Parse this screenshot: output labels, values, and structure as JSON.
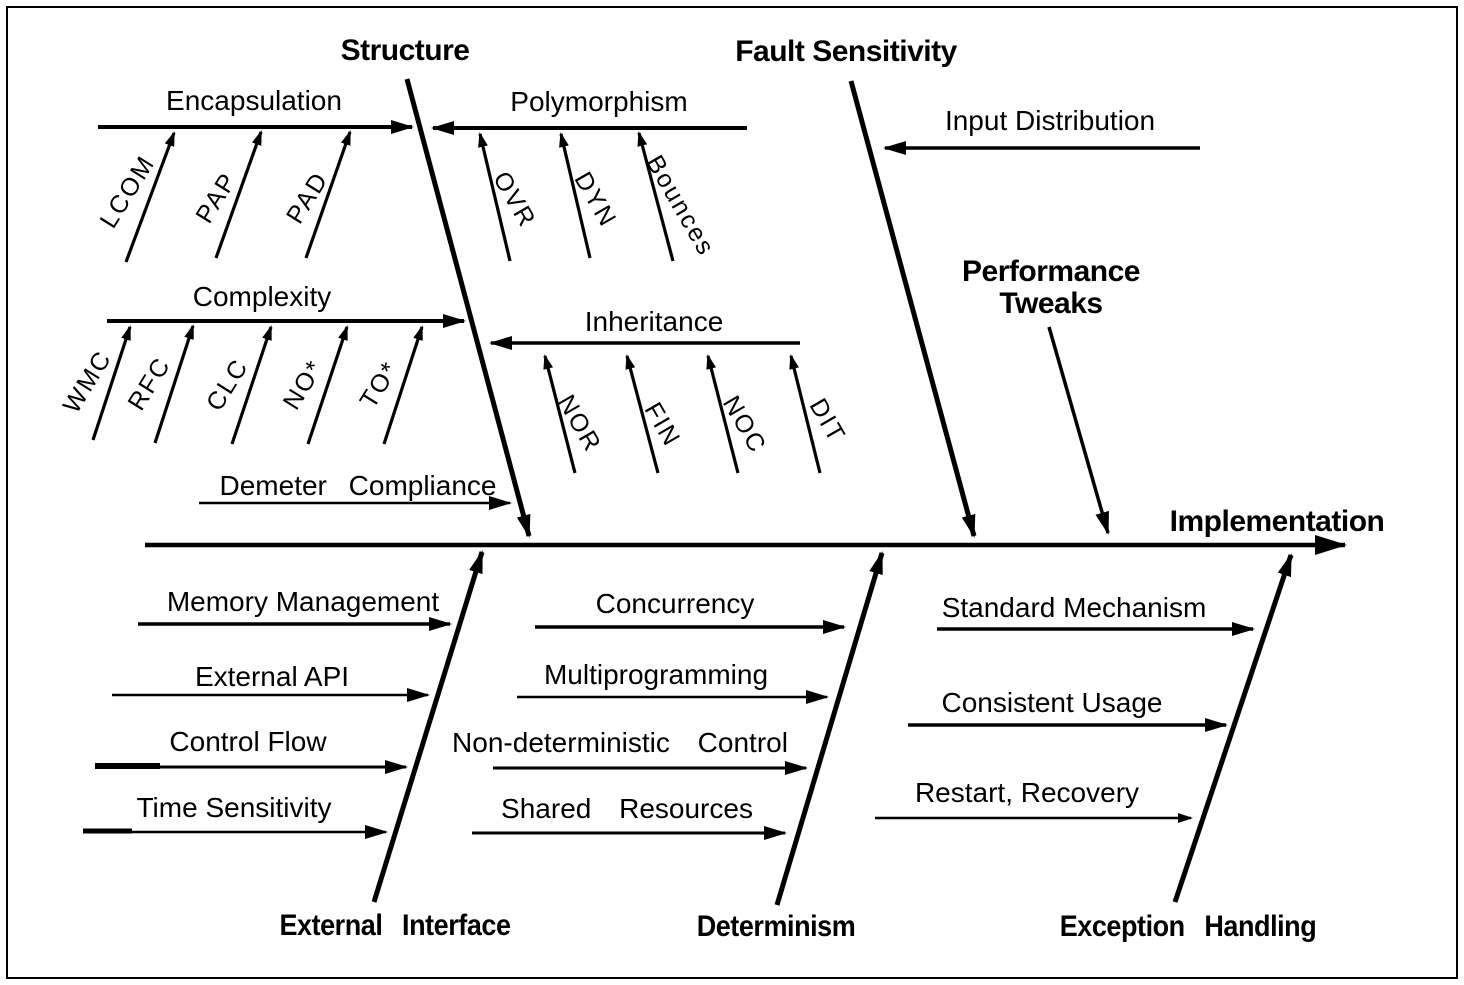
{
  "spine": {
    "label": "Implementation"
  },
  "top": {
    "structure": {
      "label": "Structure",
      "encapsulation": {
        "label": "Encapsulation",
        "metrics": [
          "LCOM",
          "PAP",
          "PAD"
        ]
      },
      "polymorphism": {
        "label": "Polymorphism",
        "metrics": [
          "OVR",
          "DYN",
          "Bounces"
        ]
      },
      "complexity": {
        "label": "Complexity",
        "metrics": [
          "WMC",
          "RFC",
          "CLC",
          "NO*",
          "TO*"
        ]
      },
      "inheritance": {
        "label": "Inheritance",
        "metrics": [
          "NOR",
          "FIN",
          "NOC",
          "DIT"
        ]
      },
      "demeter": {
        "label": "Demeter Compliance"
      }
    },
    "fault_sensitivity": {
      "label": "Fault Sensitivity",
      "input_distribution": {
        "label": "Input Distribution"
      },
      "performance_tweaks": {
        "line1": "Performance",
        "line2": "Tweaks"
      }
    }
  },
  "bottom": {
    "external_interface": {
      "label": "External Interface",
      "causes": [
        "Memory Management",
        "External API",
        "Control Flow",
        "Time Sensitivity"
      ]
    },
    "determinism": {
      "label": "Determinism",
      "causes": [
        "Concurrency",
        "Multiprogramming",
        "Non-deterministic Control",
        "Shared Resources"
      ]
    },
    "exception_handling": {
      "label": "Exception Handling",
      "causes": [
        "Standard Mechanism",
        "Consistent Usage",
        "Restart, Recovery"
      ]
    }
  }
}
